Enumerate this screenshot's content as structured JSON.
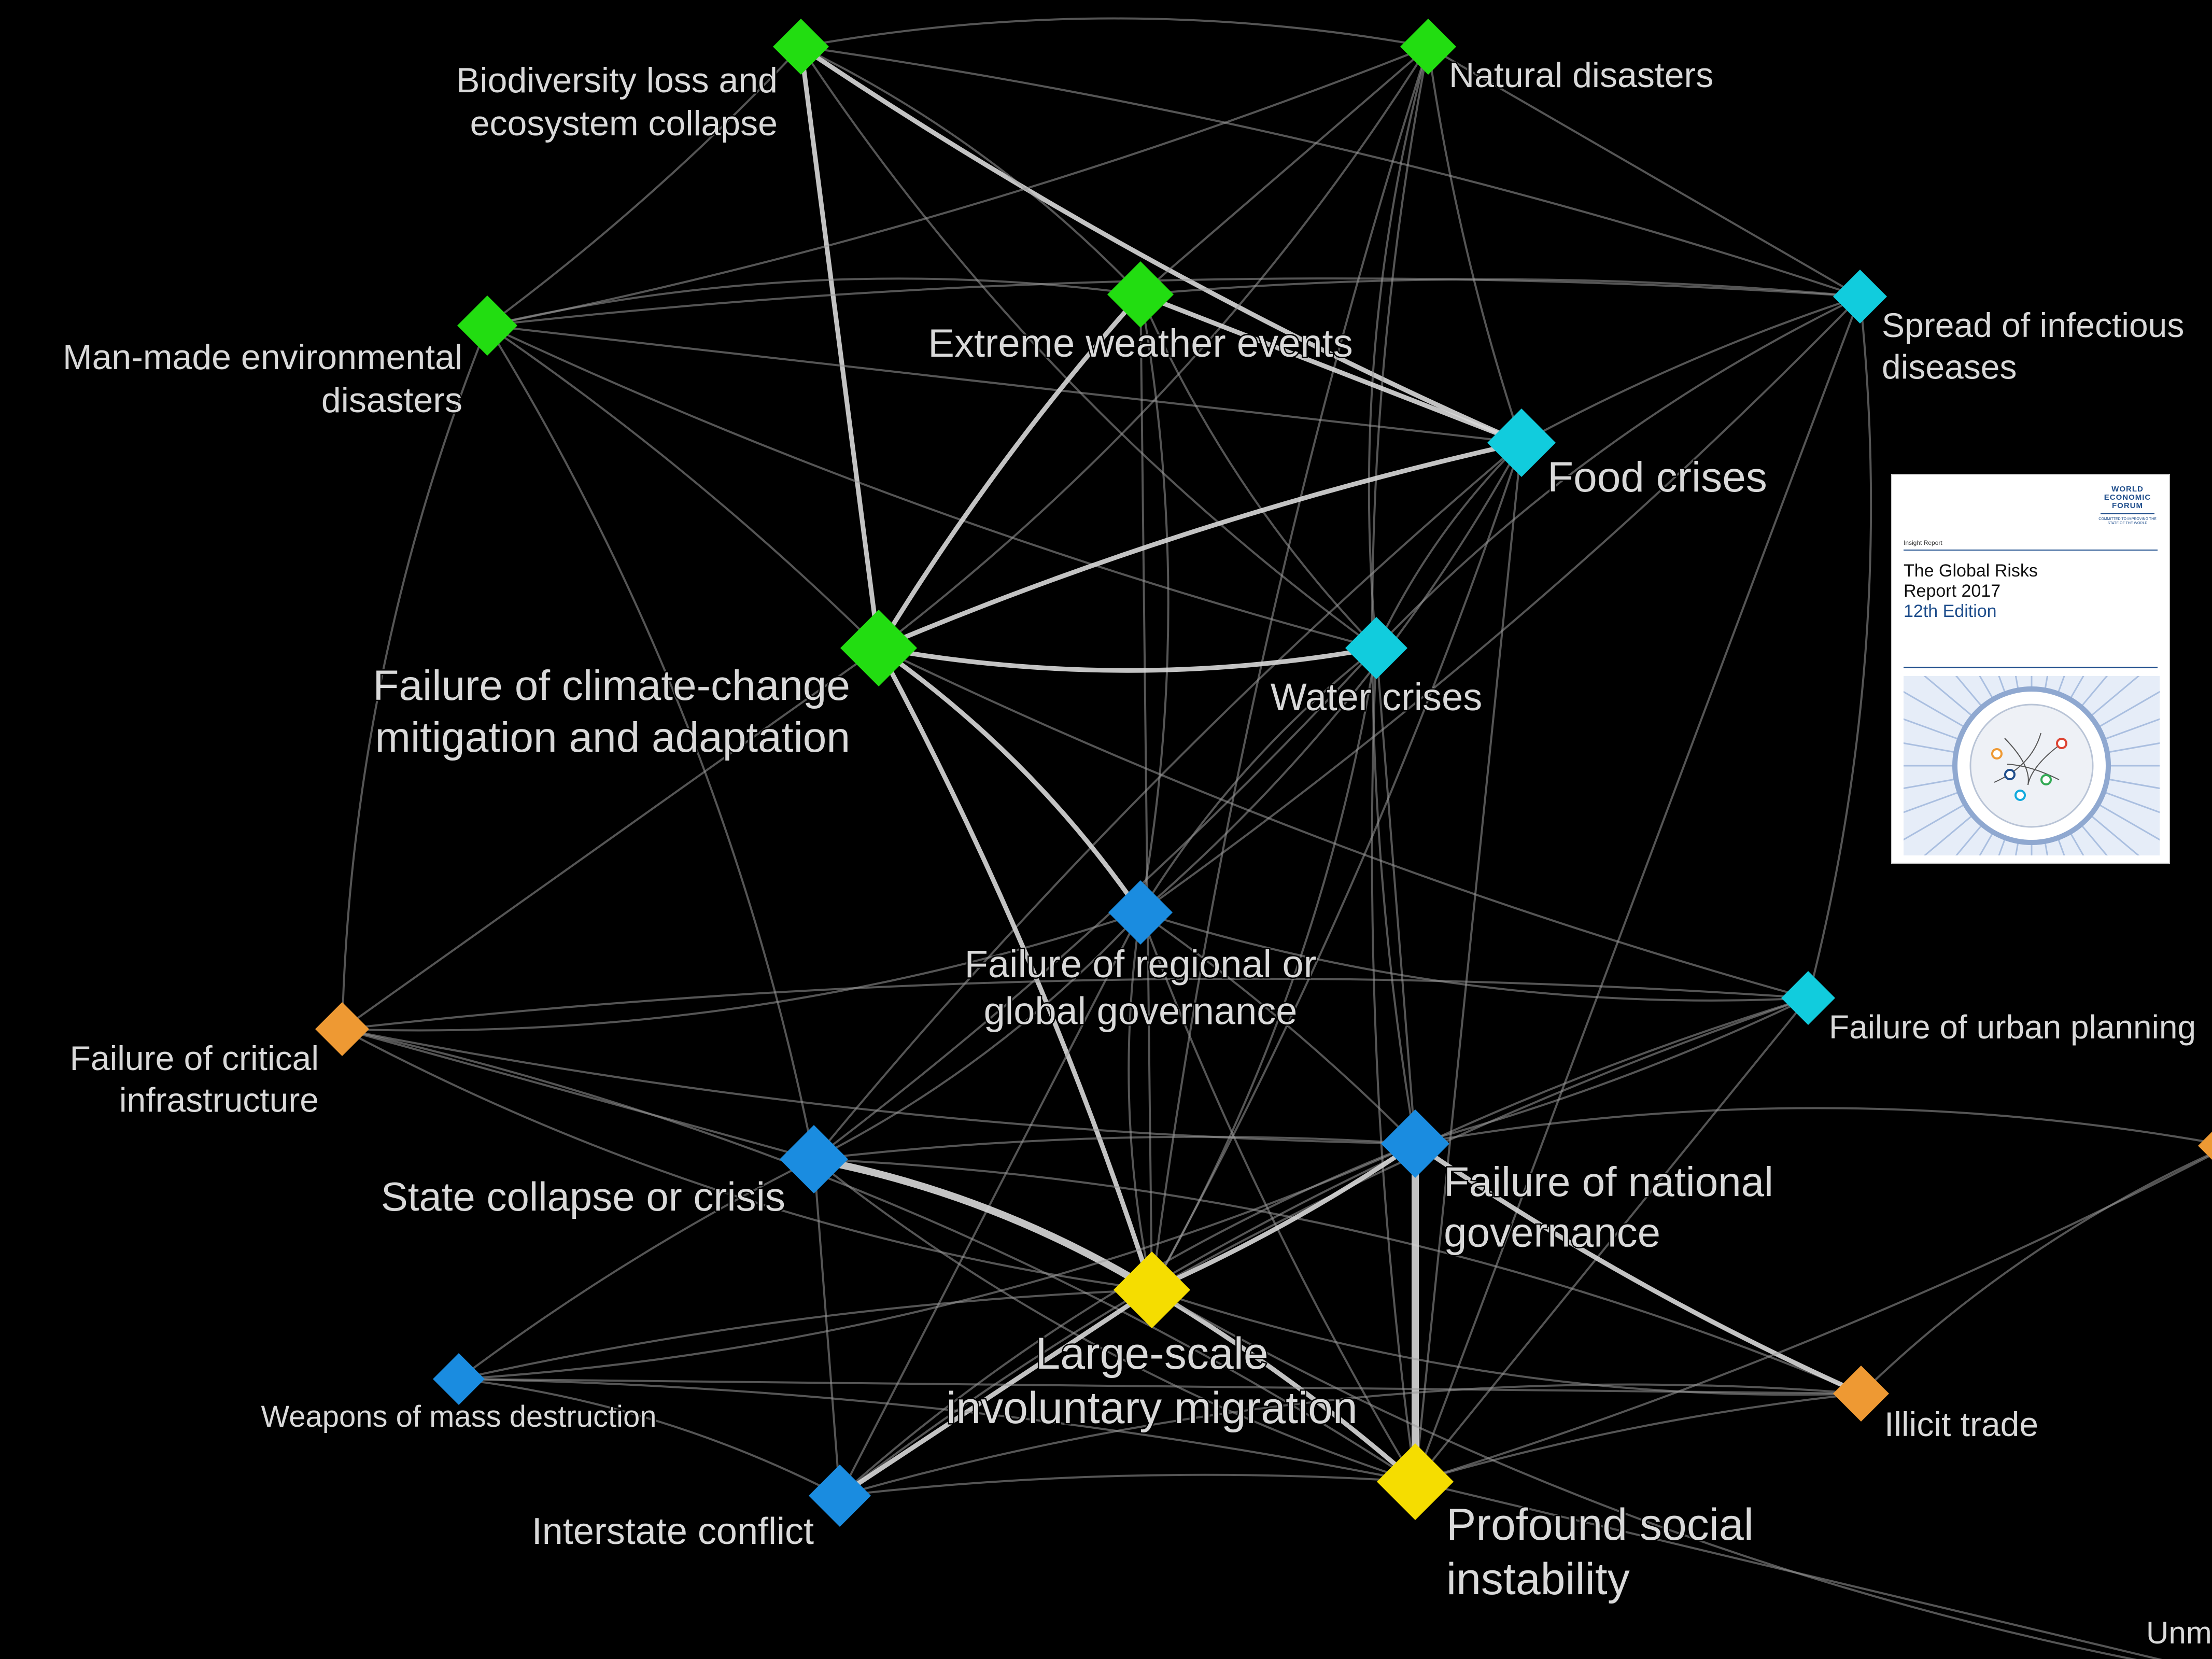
{
  "diagram": {
    "colors": {
      "background": "#000000",
      "edge": "#9a9a9a",
      "edge_strong": "#d8d8d8",
      "label": "#d9d9d9",
      "environmental": "#22dd11",
      "societal": "#11ccdd",
      "geopolitical": "#1a8ce0",
      "economic": "#ee9933",
      "highlight": "#f5dd00"
    },
    "nodes": [
      {
        "id": "biodiversity",
        "label_lines": [
          "Biodiversity loss and",
          "ecosystem collapse"
        ],
        "category": "environmental"
      },
      {
        "id": "natural",
        "label_lines": [
          "Natural disasters"
        ],
        "category": "environmental"
      },
      {
        "id": "manmade",
        "label_lines": [
          "Man-made environmental",
          "disasters"
        ],
        "category": "environmental"
      },
      {
        "id": "extreme",
        "label_lines": [
          "Extreme weather events"
        ],
        "category": "environmental"
      },
      {
        "id": "infectious",
        "label_lines": [
          "Spread of infectious",
          "diseases"
        ],
        "category": "societal"
      },
      {
        "id": "food",
        "label_lines": [
          "Food crises"
        ],
        "category": "societal"
      },
      {
        "id": "climate",
        "label_lines": [
          "Failure of climate-change",
          "mitigation and adaptation"
        ],
        "category": "environmental"
      },
      {
        "id": "water",
        "label_lines": [
          "Water crises"
        ],
        "category": "societal"
      },
      {
        "id": "regional",
        "label_lines": [
          "Failure of regional or",
          "global governance"
        ],
        "category": "geopolitical"
      },
      {
        "id": "urban",
        "label_lines": [
          "Failure of urban planning"
        ],
        "category": "societal"
      },
      {
        "id": "infrastructure",
        "label_lines": [
          "Failure of critical",
          "infrastructure"
        ],
        "category": "economic"
      },
      {
        "id": "state",
        "label_lines": [
          "State collapse or crisis"
        ],
        "category": "geopolitical"
      },
      {
        "id": "national",
        "label_lines": [
          "Failure of national",
          "governance"
        ],
        "category": "geopolitical"
      },
      {
        "id": "migration",
        "label_lines": [
          "Large-scale",
          "involuntary migration"
        ],
        "category": "highlight"
      },
      {
        "id": "wmd",
        "label_lines": [
          "Weapons of mass destruction"
        ],
        "category": "geopolitical"
      },
      {
        "id": "illicit",
        "label_lines": [
          "Illicit trade"
        ],
        "category": "economic"
      },
      {
        "id": "interstate",
        "label_lines": [
          "Interstate conflict"
        ],
        "category": "geopolitical"
      },
      {
        "id": "social",
        "label_lines": [
          "Profound social",
          "instability"
        ],
        "category": "highlight"
      },
      {
        "id": "unemployment",
        "label_lines": [
          "Unm"
        ],
        "category": "economic"
      },
      {
        "id": "edge-right",
        "label_lines": [],
        "category": "economic"
      }
    ],
    "edges": [
      {
        "source": "biodiversity",
        "target": "natural",
        "strength": 1
      },
      {
        "source": "biodiversity",
        "target": "manmade",
        "strength": 1
      },
      {
        "source": "biodiversity",
        "target": "climate",
        "strength": 2
      },
      {
        "source": "biodiversity",
        "target": "food",
        "strength": 2
      },
      {
        "source": "biodiversity",
        "target": "water",
        "strength": 1
      },
      {
        "source": "biodiversity",
        "target": "extreme",
        "strength": 1
      },
      {
        "source": "biodiversity",
        "target": "infectious",
        "strength": 1
      },
      {
        "source": "natural",
        "target": "extreme",
        "strength": 1
      },
      {
        "source": "natural",
        "target": "food",
        "strength": 1
      },
      {
        "source": "natural",
        "target": "water",
        "strength": 1
      },
      {
        "source": "natural",
        "target": "climate",
        "strength": 1
      },
      {
        "source": "natural",
        "target": "manmade",
        "strength": 1
      },
      {
        "source": "natural",
        "target": "infectious",
        "strength": 1
      },
      {
        "source": "natural",
        "target": "migration",
        "strength": 1
      },
      {
        "source": "natural",
        "target": "national",
        "strength": 1
      },
      {
        "source": "manmade",
        "target": "extreme",
        "strength": 1
      },
      {
        "source": "manmade",
        "target": "climate",
        "strength": 1
      },
      {
        "source": "manmade",
        "target": "food",
        "strength": 1
      },
      {
        "source": "manmade",
        "target": "water",
        "strength": 1
      },
      {
        "source": "manmade",
        "target": "infrastructure",
        "strength": 1
      },
      {
        "source": "manmade",
        "target": "state",
        "strength": 1
      },
      {
        "source": "manmade",
        "target": "infectious",
        "strength": 1
      },
      {
        "source": "extreme",
        "target": "food",
        "strength": 2
      },
      {
        "source": "extreme",
        "target": "climate",
        "strength": 2
      },
      {
        "source": "extreme",
        "target": "water",
        "strength": 1
      },
      {
        "source": "extreme",
        "target": "regional",
        "strength": 1
      },
      {
        "source": "extreme",
        "target": "infectious",
        "strength": 1
      },
      {
        "source": "extreme",
        "target": "migration",
        "strength": 1
      },
      {
        "source": "infectious",
        "target": "food",
        "strength": 1
      },
      {
        "source": "infectious",
        "target": "water",
        "strength": 1
      },
      {
        "source": "infectious",
        "target": "urban",
        "strength": 1
      },
      {
        "source": "infectious",
        "target": "regional",
        "strength": 1
      },
      {
        "source": "infectious",
        "target": "social",
        "strength": 1
      },
      {
        "source": "food",
        "target": "climate",
        "strength": 2
      },
      {
        "source": "food",
        "target": "water",
        "strength": 1
      },
      {
        "source": "food",
        "target": "regional",
        "strength": 1
      },
      {
        "source": "food",
        "target": "migration",
        "strength": 1
      },
      {
        "source": "food",
        "target": "social",
        "strength": 1
      },
      {
        "source": "food",
        "target": "state",
        "strength": 1
      },
      {
        "source": "climate",
        "target": "water",
        "strength": 2
      },
      {
        "source": "climate",
        "target": "regional",
        "strength": 2
      },
      {
        "source": "climate",
        "target": "migration",
        "strength": 2
      },
      {
        "source": "climate",
        "target": "infrastructure",
        "strength": 1
      },
      {
        "source": "climate",
        "target": "urban",
        "strength": 1
      },
      {
        "source": "water",
        "target": "regional",
        "strength": 1
      },
      {
        "source": "water",
        "target": "migration",
        "strength": 1
      },
      {
        "source": "water",
        "target": "state",
        "strength": 1
      },
      {
        "source": "water",
        "target": "national",
        "strength": 1
      },
      {
        "source": "water",
        "target": "social",
        "strength": 1
      },
      {
        "source": "regional",
        "target": "migration",
        "strength": 1
      },
      {
        "source": "regional",
        "target": "state",
        "strength": 1
      },
      {
        "source": "regional",
        "target": "national",
        "strength": 1
      },
      {
        "source": "regional",
        "target": "interstate",
        "strength": 1
      },
      {
        "source": "regional",
        "target": "social",
        "strength": 1
      },
      {
        "source": "regional",
        "target": "urban",
        "strength": 1
      },
      {
        "source": "regional",
        "target": "infrastructure",
        "strength": 1
      },
      {
        "source": "infrastructure",
        "target": "urban",
        "strength": 1
      },
      {
        "source": "infrastructure",
        "target": "state",
        "strength": 1
      },
      {
        "source": "infrastructure",
        "target": "national",
        "strength": 1
      },
      {
        "source": "infrastructure",
        "target": "migration",
        "strength": 1
      },
      {
        "source": "infrastructure",
        "target": "social",
        "strength": 1
      },
      {
        "source": "urban",
        "target": "national",
        "strength": 1
      },
      {
        "source": "urban",
        "target": "social",
        "strength": 1
      },
      {
        "source": "urban",
        "target": "migration",
        "strength": 1
      },
      {
        "source": "urban",
        "target": "interstate",
        "strength": 1
      },
      {
        "source": "state",
        "target": "migration",
        "strength": 3
      },
      {
        "source": "state",
        "target": "national",
        "strength": 1
      },
      {
        "source": "state",
        "target": "interstate",
        "strength": 1
      },
      {
        "source": "state",
        "target": "wmd",
        "strength": 1
      },
      {
        "source": "state",
        "target": "social",
        "strength": 1
      },
      {
        "source": "state",
        "target": "illicit",
        "strength": 1
      },
      {
        "source": "national",
        "target": "migration",
        "strength": 2
      },
      {
        "source": "national",
        "target": "social",
        "strength": 3
      },
      {
        "source": "national",
        "target": "illicit",
        "strength": 2
      },
      {
        "source": "national",
        "target": "interstate",
        "strength": 1
      },
      {
        "source": "national",
        "target": "wmd",
        "strength": 1
      },
      {
        "source": "migration",
        "target": "social",
        "strength": 2
      },
      {
        "source": "migration",
        "target": "interstate",
        "strength": 2
      },
      {
        "source": "migration",
        "target": "wmd",
        "strength": 1
      },
      {
        "source": "migration",
        "target": "illicit",
        "strength": 1
      },
      {
        "source": "wmd",
        "target": "interstate",
        "strength": 1
      },
      {
        "source": "wmd",
        "target": "social",
        "strength": 1
      },
      {
        "source": "wmd",
        "target": "illicit",
        "strength": 1
      },
      {
        "source": "illicit",
        "target": "social",
        "strength": 1
      },
      {
        "source": "illicit",
        "target": "interstate",
        "strength": 1
      },
      {
        "source": "illicit",
        "target": "edge-right",
        "strength": 1
      },
      {
        "source": "interstate",
        "target": "social",
        "strength": 1
      },
      {
        "source": "social",
        "target": "unemployment",
        "strength": 1
      },
      {
        "source": "social",
        "target": "edge-right",
        "strength": 1
      },
      {
        "source": "migration",
        "target": "unemployment",
        "strength": 1
      },
      {
        "source": "national",
        "target": "edge-right",
        "strength": 1
      }
    ]
  },
  "report_cover": {
    "logo_lines": [
      "WORLD",
      "ECONOMIC",
      "FORUM"
    ],
    "logo_tagline": "COMMITTED TO IMPROVING THE STATE OF THE WORLD",
    "series": "Insight Report",
    "title_lines": [
      "The Global Risks",
      "Report 2017"
    ],
    "edition": "12th Edition",
    "colors": {
      "accent": "#1f4e8c",
      "art": "#aabfe0"
    }
  }
}
